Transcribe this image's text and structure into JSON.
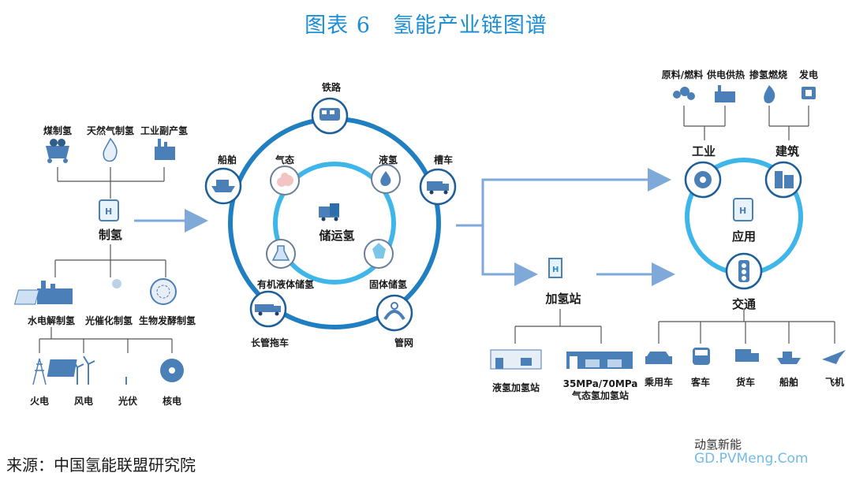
{
  "title": "图表 6　氢能产业链图谱",
  "source": "来源：中国氢能联盟研究院",
  "watermark": {
    "account": "动氢新能",
    "site": "GD.PVMeng.Com"
  },
  "colors": {
    "accent": "#1d8fd6",
    "ring_dark": "#1f7fc1",
    "ring_light": "#3fb6ea",
    "icon": "#4a7fb7",
    "line": "#555555",
    "arrow": "#7ea9d9"
  },
  "production": {
    "top": [
      "煤制氢",
      "天然气制氢",
      "工业副产氢"
    ],
    "center": "制氢",
    "mid": [
      "水电解制氢",
      "光催化制氢",
      "生物发酵制氢"
    ],
    "bottom": [
      "火电",
      "风电",
      "光伏",
      "核电"
    ]
  },
  "storage": {
    "center": "储运氢",
    "outer": [
      "铁路",
      "槽车",
      "管网",
      "长管拖车",
      "船舶"
    ],
    "inner": [
      "液氢",
      "固体储氢",
      "有机液体储氢",
      "气态"
    ]
  },
  "station": {
    "center": "加氢站",
    "types": [
      "液氢加氢站",
      "35MPa/70MPa",
      "气态氢加氢站"
    ]
  },
  "application": {
    "center": "应用",
    "industry": "工业",
    "building": "建筑",
    "transport": "交通",
    "industry_items": [
      "原料/燃料",
      "供电供热"
    ],
    "building_items": [
      "掺氢燃烧",
      "发电"
    ],
    "transport_items": [
      "乘用车",
      "客车",
      "货车",
      "船舶",
      "飞机"
    ]
  }
}
